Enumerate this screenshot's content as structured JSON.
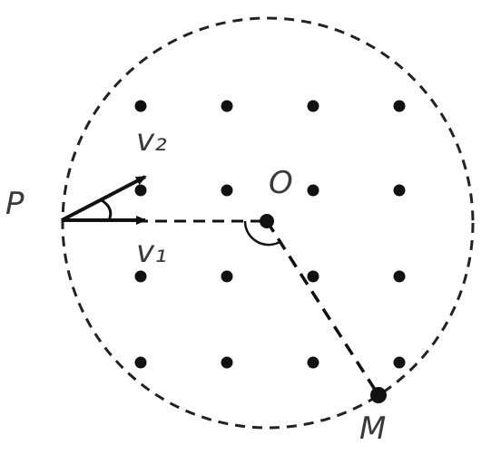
{
  "colors": {
    "ink": "#111111",
    "label": "#3a3a3a",
    "background": "#ffffff"
  },
  "labels": {
    "p": "P",
    "o": "O",
    "m": "M",
    "v1": "v₁",
    "v2": "v₂"
  }
}
